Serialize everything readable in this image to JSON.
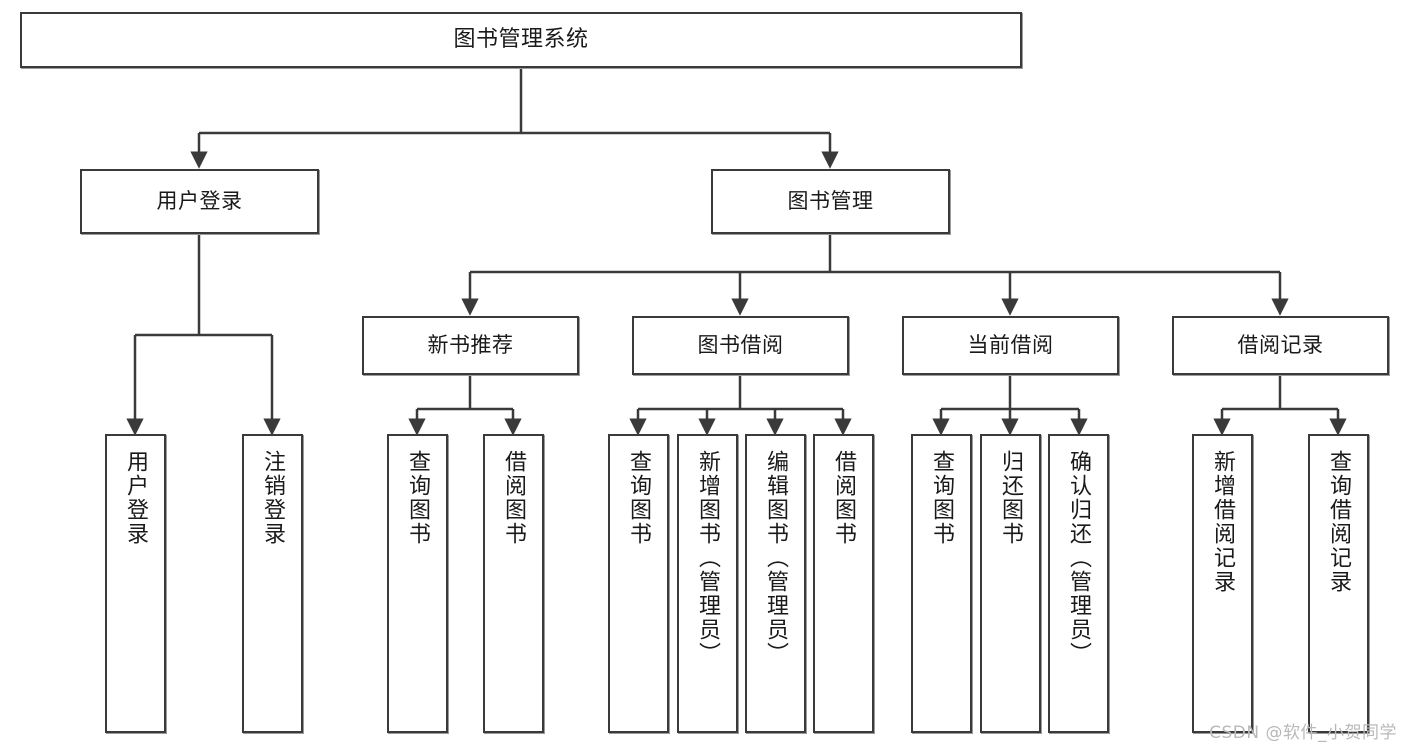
{
  "diagram": {
    "title": "图书管理系统",
    "type": "tree-hierarchy",
    "root": {
      "label": "图书管理系统"
    },
    "level2": [
      {
        "label": "用户登录"
      },
      {
        "label": "图书管理"
      }
    ],
    "level3": [
      {
        "label": "新书推荐"
      },
      {
        "label": "图书借阅"
      },
      {
        "label": "当前借阅"
      },
      {
        "label": "借阅记录"
      }
    ],
    "leaves": {
      "user_login": [
        {
          "label": "用户登录"
        },
        {
          "label": "注销登录"
        }
      ],
      "new_book_recommend": [
        {
          "label": "查询图书"
        },
        {
          "label": "借阅图书"
        }
      ],
      "book_borrow": [
        {
          "label": "查询图书"
        },
        {
          "label": "新增图书（管理员）"
        },
        {
          "label": "编辑图书（管理员）"
        },
        {
          "label": "借阅图书"
        }
      ],
      "current_borrow": [
        {
          "label": "查询图书"
        },
        {
          "label": "归还图书"
        },
        {
          "label": "确认归还（管理员）"
        }
      ],
      "borrow_record": [
        {
          "label": "新增借阅记录"
        },
        {
          "label": "查询借阅记录"
        }
      ]
    }
  },
  "watermark": {
    "text": "CSDN @软件_小贺同学"
  },
  "colors": {
    "border": "#3a3a3a",
    "shadow": "#9b9b9b",
    "text": "#1a1a1a",
    "background": "#ffffff",
    "watermark": "#b9b9b9"
  }
}
